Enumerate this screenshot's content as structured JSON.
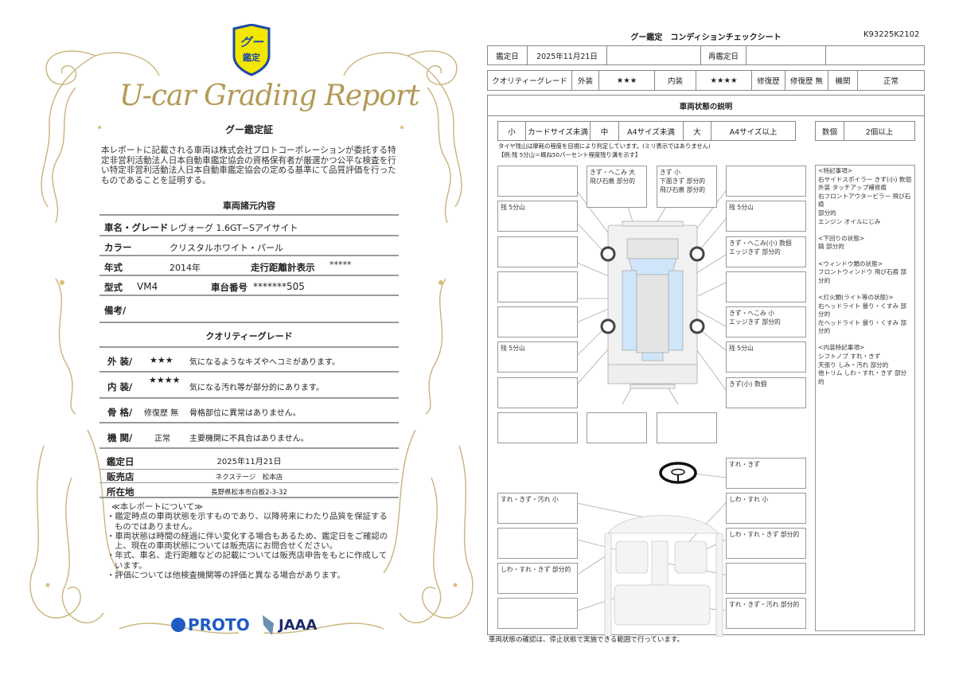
{
  "left": {
    "logo_text": "グー鑑定",
    "title": "U-car Grading Report",
    "cert_title": "グー鑑定証",
    "cert_text": "本レポートに記載される車両は株式会社プロトコーポレーションが委託する特定非営利活動法人日本自動車鑑定協会の資格保有者が厳選かつ公平な検査を行い特定非営利活動法人日本自動車鑑定協会の定める基準にて品質評価を行ったものであることを証明する。",
    "specs_title": "車両諸元内容",
    "specs": {
      "name_label": "車名・グレード",
      "name_value": "レヴォーグ 1.6GT−Sアイサイト",
      "color_label": "カラー",
      "color_value": "クリスタルホワイト・パール",
      "year_label": "年式",
      "year_value": "2014年",
      "mileage_label": "走行距離計表示",
      "mileage_value": "*****",
      "model_label": "型式",
      "model_value": "VM4",
      "chassis_label": "車台番号",
      "chassis_value": "*******505",
      "remarks_label": "備考/"
    },
    "grade_title": "クオリティーグレード",
    "grades": [
      {
        "label": "外 装/",
        "value": "★★★",
        "desc": "気になるようなキズやヘコミがあります。"
      },
      {
        "label": "内 装/",
        "value": "★★★★",
        "desc": "気になる汚れ等が部分的にあります。"
      },
      {
        "label": "骨 格/",
        "value": "修復歴 無",
        "desc": "骨格部位に異常はありません。"
      },
      {
        "label": "機 関/",
        "value": "正常",
        "desc": "主要機関に不具合はありません。"
      }
    ],
    "date_label": "鑑定日",
    "date_value": "2025年11月21日",
    "shop_label": "販売店",
    "shop_value": "ネクステージ　松本店",
    "address_label": "所在地",
    "address_value": "長野県松本市白板2-3-32",
    "about_title": "≪本レポートについて≫",
    "about_items": [
      "・鑑定時点の車両状態を示すものであり、以降将来にわたり品質を保証するものではありません。",
      "・車両状態は時間の経過に伴い変化する場合もあるため、鑑定日をご確認の上、現在の車両状態については販売店にお問合せください。",
      "・年式、車名、走行距離などの記載については販売店申告をもとに作成しています。",
      "・評価については他検査機関等の評価と異なる場合があります。"
    ],
    "logo_proto": "PROTO",
    "logo_jaaa": "JAAA",
    "ornament_color": "#c9b47a"
  },
  "right": {
    "title": "グー鑑定　コンディションチェックシート",
    "doc_id": "K93225K2102",
    "row1": {
      "date_label": "鑑定日",
      "date_value": "2025年11月21日",
      "reinspect_label": "再鑑定日"
    },
    "row2": {
      "grade_label": "クオリティーグレード",
      "ext_label": "外装",
      "ext_value": "★★★",
      "int_label": "内装",
      "int_value": "★★★★",
      "repair_label": "修復歴",
      "repair_value": "修復歴 無",
      "engine_label": "機関",
      "engine_value": "正常"
    },
    "section_title": "車両状態の説明",
    "legend": {
      "small": "小",
      "small_desc": "カードサイズ未満",
      "medium": "中",
      "medium_desc": "A4サイズ未満",
      "large": "大",
      "large_desc": "A4サイズ以上",
      "several": "数個",
      "several_desc": "2個以上"
    },
    "tire_note_1": "タイヤ残山は摩耗の程度を目視により判定しています。(ミリ表示ではありません)",
    "tire_note_2": "【例:残 5分山＝概ね50パーセント程度残り溝を示す】",
    "exterior": {
      "left": [
        "",
        "残 5分山",
        "",
        "",
        "",
        "残 5分山",
        ""
      ],
      "top": [
        "きず・へこみ 大\n飛び石痕 部分的",
        "きず 小\n下面きず 部分的\n飛び石痕 部分的"
      ],
      "right": [
        "",
        "残 5分山",
        "きず・へこみ(小) 数個\nエッジきず 部分的",
        "",
        "きず・へこみ 小\nエッジきず 部分的",
        "残 5分山",
        "きず(小) 数個"
      ],
      "bottom": [
        "",
        "",
        ""
      ]
    },
    "interior": {
      "right": [
        "すれ・きず",
        "しわ・すれ 小",
        "しわ・すれ・きず 部分的",
        "",
        "すれ・きず・汚れ 部分的"
      ],
      "left": [
        "すれ・きず・汚れ 小",
        "",
        "しわ・すれ・きず 部分的",
        ""
      ]
    },
    "notes": "<特記事項>\n右サイドスポイラー きず(小) 数個\n外装 タッチアップ補修痕\n右フロントアウタービラー 飛び石痕\n部分的\nエンジン オイルにじみ\n\n<下回りの状態>\n錆 部分的\n\n<ウィンドウ類の状態>\nフロントウィンドウ 飛び石痕 部分的\n\n<灯火類(ライト等の状態)>\n右ヘッドライト 曇り・くすみ 部分的\n左ヘッドライト 曇り・くすみ 部分的\n\n<内装特記事項>\nシフトノブ すれ・きず\n天張り しみ・汚れ 部分的\n他トリム しわ・すれ・きず 部分的",
    "footer": "車両状態の確認は、停止状態で実施できる範囲で行っています。",
    "glass_color": "#cfe6fa"
  }
}
